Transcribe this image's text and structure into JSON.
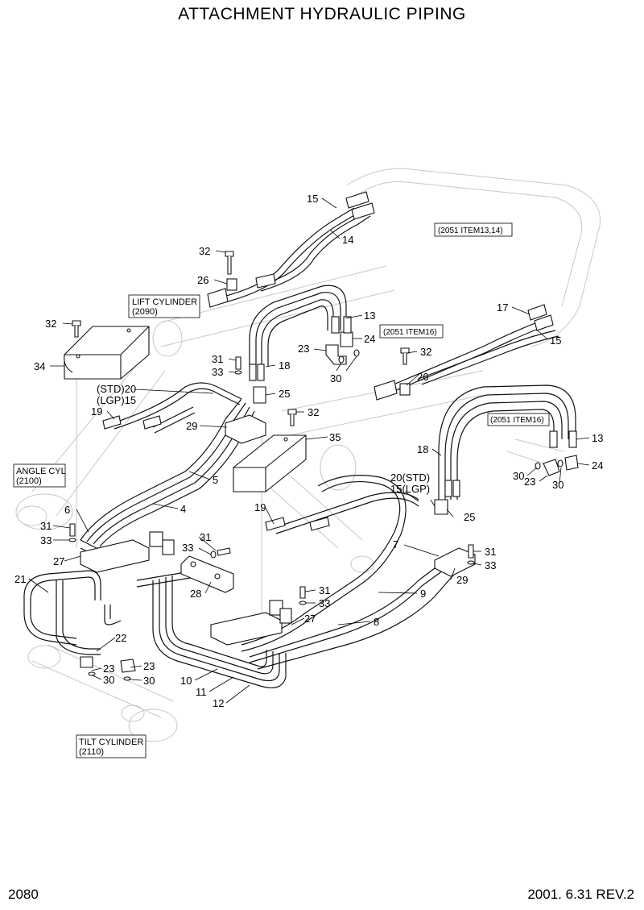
{
  "title": "ATTACHMENT HYDRAULIC PIPING",
  "page_number": "2080",
  "revision": "2001. 6.31 REV.2",
  "references": {
    "lift_cyl_line1": "LIFT CYLINDER",
    "lift_cyl_line2": "(2090)",
    "angle_cyl_line1": "ANGLE CYL",
    "angle_cyl_line2": "(2100)",
    "tilt_cyl_line1": "TILT CYLINDER",
    "tilt_cyl_line2": "(2110)",
    "item_2051_13_14": "(2051 ITEM13,14)",
    "item_2051_16_a": "(2051 ITEM16)",
    "item_2051_16_b": "(2051 ITEM16)"
  },
  "callouts": {
    "c15a": "15",
    "c14": "14",
    "c32a": "32",
    "c26a": "26",
    "c13a": "13",
    "c24a": "24",
    "c23a": "23",
    "c30a": "30",
    "c17": "17",
    "c15b": "15",
    "c32b": "32",
    "c26b": "26",
    "c32c": "32",
    "c34": "34",
    "c31a": "31",
    "c33a": "33",
    "c18a": "18",
    "c25a": "25",
    "c_std_a": "(STD)20",
    "c_lgp_a": "(LGP)15",
    "c19a": "19",
    "c29a": "29",
    "c32d": "32",
    "c35": "35",
    "c18b": "18",
    "c13b": "13",
    "c24b": "24",
    "c30b": "30",
    "c23b": "23",
    "c30c": "30",
    "c5": "5",
    "c4": "4",
    "c6": "6",
    "c31b": "31",
    "c33b": "33",
    "c27a": "27",
    "c19b": "19",
    "c_std_b": "20(STD)",
    "c_lgp_b": "15(LGP)",
    "c25b": "25",
    "c31c": "31",
    "c33c": "33",
    "c28": "28",
    "c7": "7",
    "c31d": "31",
    "c33d": "33",
    "c29b": "29",
    "c21": "21",
    "c31e": "31",
    "c33e": "33",
    "c9": "9",
    "c27b": "27",
    "c8": "8",
    "c22": "22",
    "c23c": "23",
    "c30d": "30",
    "c23d": "23",
    "c30e": "30",
    "c10": "10",
    "c11": "11",
    "c12": "12"
  }
}
